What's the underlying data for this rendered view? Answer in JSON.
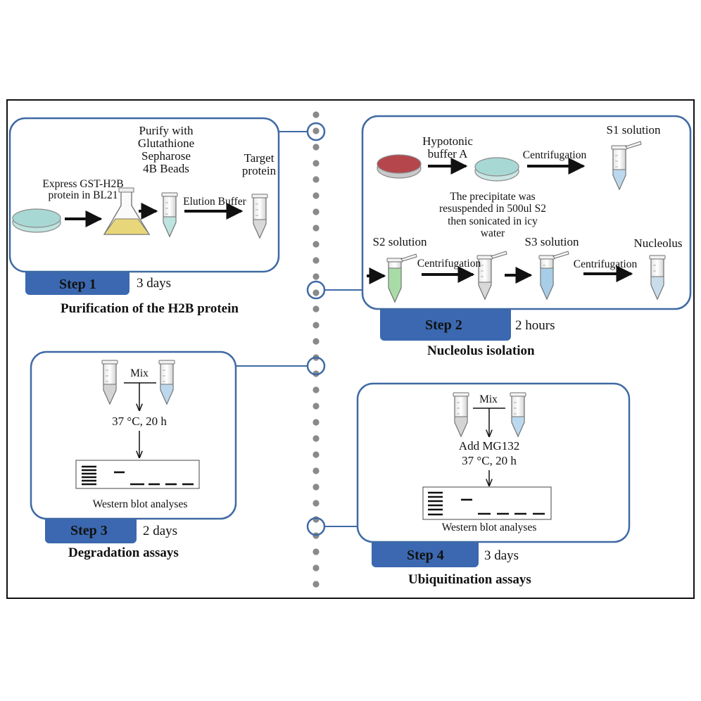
{
  "step1": {
    "step_label": "Step 1",
    "duration": "3 days",
    "caption": "Purification of the H2B protein",
    "express_text": [
      "Express GST-H2B",
      "protein in BL21"
    ],
    "purify_text": [
      "Purify with",
      "Glutathione",
      "Sepharose",
      "4B Beads"
    ],
    "elution_text": "Elution Buffer",
    "target_text": [
      "Target",
      "protein"
    ]
  },
  "step2": {
    "step_label": "Step 2",
    "duration": "2 hours",
    "caption": "Nucleolus isolation",
    "hypotonic_text": [
      "Hypotonic",
      "buffer A"
    ],
    "centrifugation_1": "Centrifugation",
    "s1_label": "S1 solution",
    "precipitate_text": [
      "The precipitate was",
      "resuspended in 500ul S2",
      "then sonicated in icy",
      "water"
    ],
    "s2_label": "S2 solution",
    "centrifugation_2": "Centrifugation",
    "s3_label": "S3 solution",
    "centrifugation_3": "Centrifugation",
    "nucleolus_label": "Nucleolus"
  },
  "step3": {
    "step_label": "Step 3",
    "duration": "2 days",
    "caption": "Degradation assays",
    "mix_label": "Mix",
    "condition": "37 °C, 20 h",
    "blot_label": "Western blot analyses"
  },
  "step4": {
    "step_label": "Step 4",
    "duration": "3 days",
    "caption": "Ubiquitination assays",
    "mix_label": "Mix",
    "add_label": "Add MG132",
    "condition": "37 °C, 20 h",
    "blot_label": "Western blot analyses"
  },
  "colors": {
    "box_border": "#3f6aa4",
    "step_tab": "#3b68b0",
    "dots": "#8a8a8a",
    "dish_green": "#a8d8d4",
    "dish_red": "#b5474c",
    "flask_yellow": "#e8d77a",
    "tube_green": "#a9dba6",
    "tube_blue": "#a8cde8"
  }
}
